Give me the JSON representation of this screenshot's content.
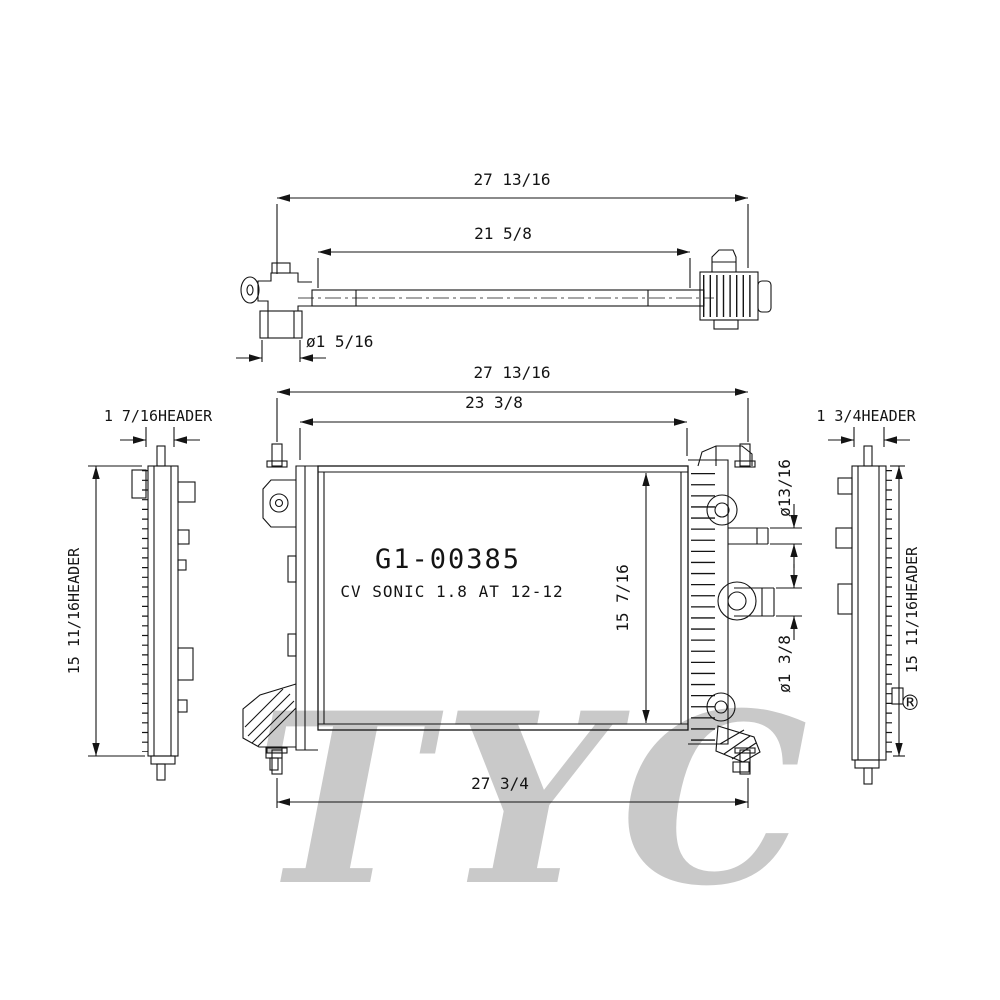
{
  "page": {
    "background": "#ffffff",
    "line_color": "#141414",
    "watermark_color": "#c9c9c9"
  },
  "labels": {
    "top_overall": "27 13/16",
    "top_inner": "21 5/8",
    "top_port_dia": "ø1 5/16",
    "front_overall": "27 13/16",
    "front_core_width": "23 3/8",
    "front_height": "15 7/16",
    "front_bottom_width": "27 3/4",
    "upper_pipe_dia": "ø13/16",
    "lower_pipe_dia": "ø1 3/8",
    "left_header_width": "1 7/16HEADER",
    "left_header_height": "15 11/16HEADER",
    "right_header_width": "1 3/4HEADER",
    "right_header_height": "15 11/16HEADER",
    "part_number": "G1-00385",
    "part_description": "CV SONIC 1.8 AT 12-12",
    "watermark": "TYC",
    "registered": "®"
  }
}
